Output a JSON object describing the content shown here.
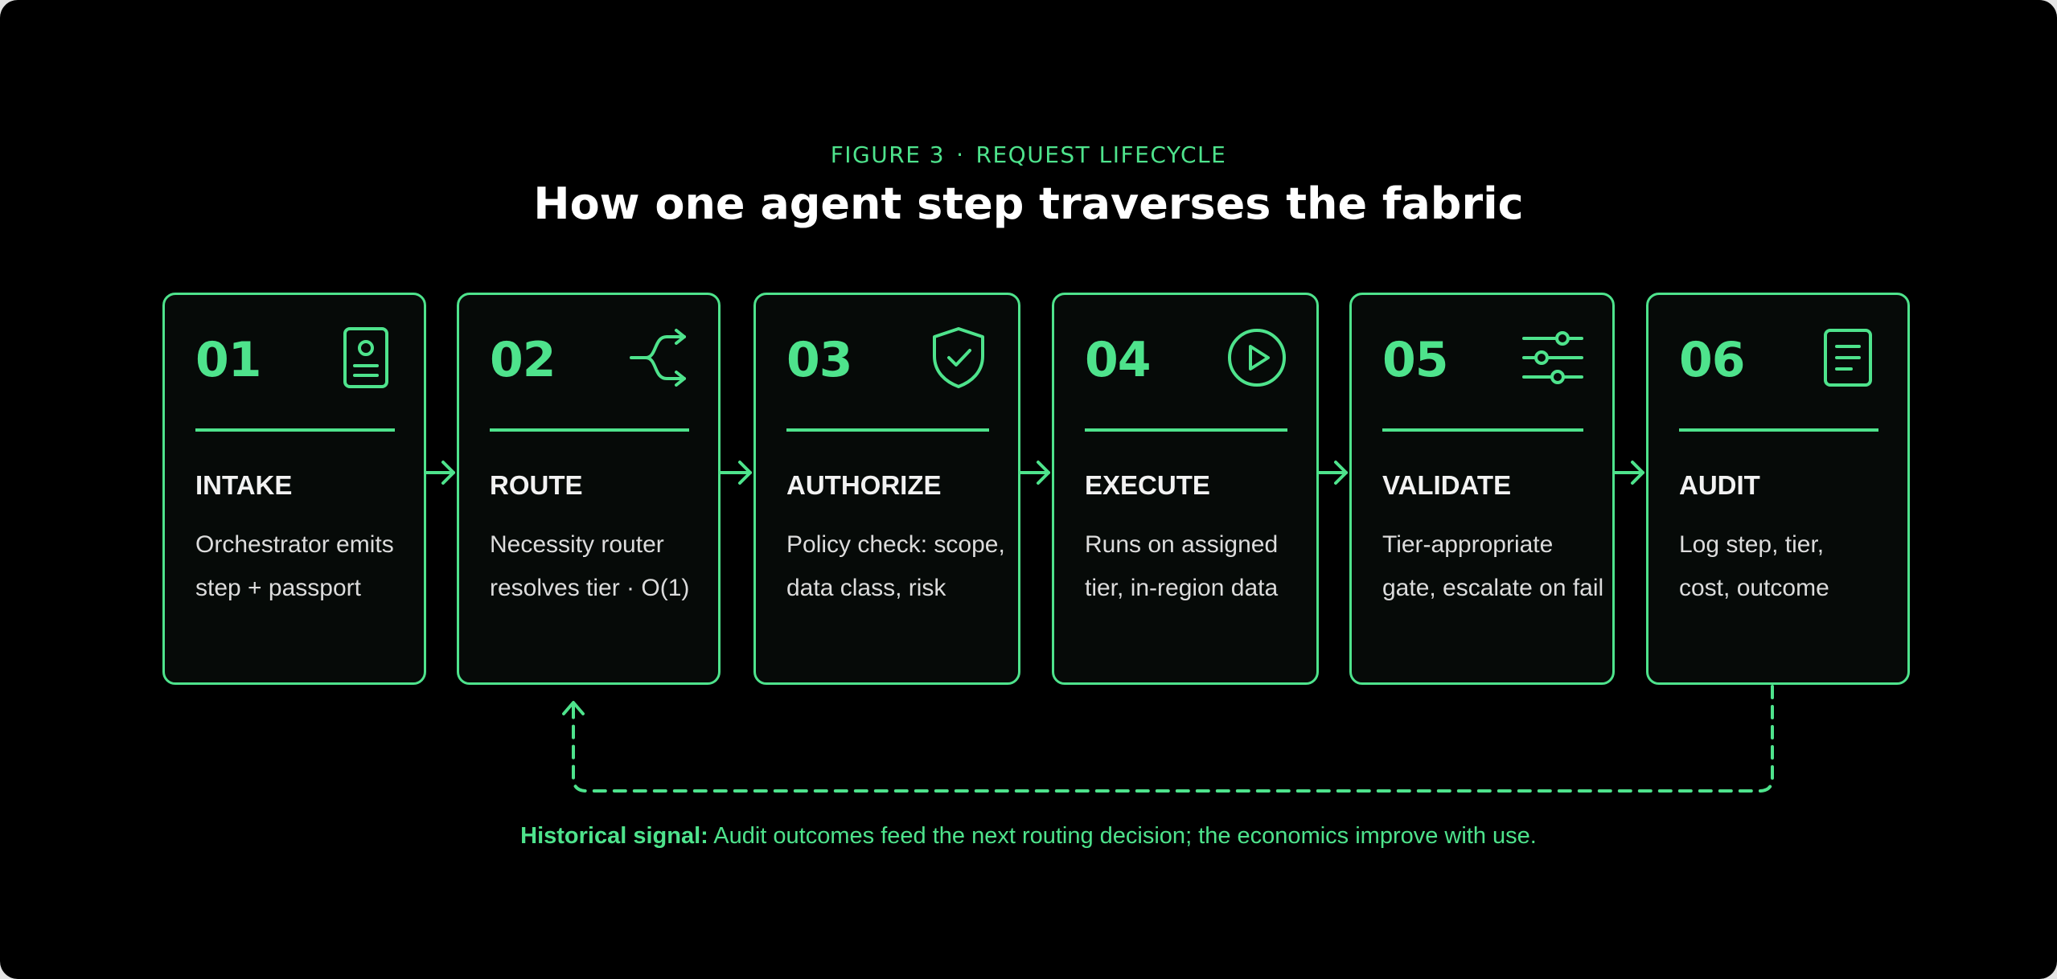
{
  "header": {
    "figure_number": "FIGURE 3",
    "separator": "·",
    "figure_name": "REQUEST LIFECYCLE",
    "title": "How one agent step traverses the fabric"
  },
  "steps": [
    {
      "number": "01",
      "title": "INTAKE",
      "desc_line1": "Orchestrator emits",
      "desc_line2": "step + passport",
      "icon": "id-card-icon"
    },
    {
      "number": "02",
      "title": "ROUTE",
      "desc_line1": "Necessity router",
      "desc_line2": "resolves tier · O(1)",
      "icon": "split-route-icon"
    },
    {
      "number": "03",
      "title": "AUTHORIZE",
      "desc_line1": "Policy check: scope,",
      "desc_line2": "data class, risk",
      "icon": "shield-check-icon"
    },
    {
      "number": "04",
      "title": "EXECUTE",
      "desc_line1": "Runs on assigned",
      "desc_line2": "tier, in-region data",
      "icon": "play-circle-icon"
    },
    {
      "number": "05",
      "title": "VALIDATE",
      "desc_line1": "Tier-appropriate",
      "desc_line2": "gate, escalate on fail",
      "icon": "sliders-icon"
    },
    {
      "number": "06",
      "title": "AUDIT",
      "desc_line1": "Log step, tier,",
      "desc_line2": "cost, outcome",
      "icon": "document-icon"
    }
  ],
  "feedback_loop": {
    "from": "06",
    "to": "02",
    "style": "dashed"
  },
  "caption": {
    "label": "Historical signal:",
    "text": " Audit outcomes feed the next routing decision; the economics improve with use."
  },
  "colors": {
    "accent": "#4ee38c",
    "background": "#000000",
    "card_bg": "#060a08",
    "title": "#ffffff"
  }
}
